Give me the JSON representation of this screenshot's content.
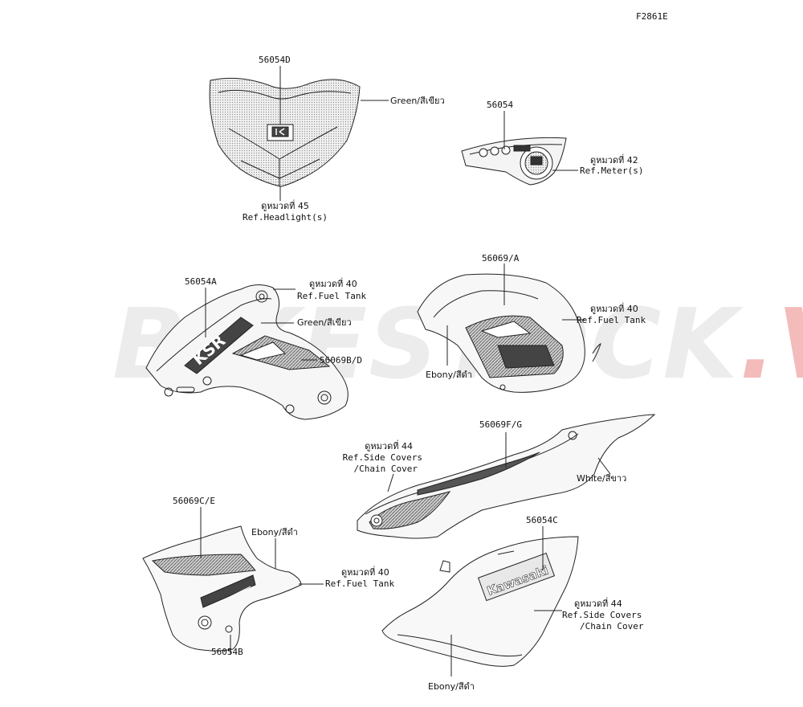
{
  "diagram_code": "F2861E",
  "watermark": {
    "main": "BIKESTOCK",
    "suffix": ".VN"
  },
  "parts": [
    {
      "id": "windshield",
      "part_no": "56054D",
      "color": "Green/สีเขียว",
      "ref_line1": "ดูหมวดที่ 45",
      "ref_line2": "Ref.Headlight(s)"
    },
    {
      "id": "meter",
      "part_no": "56054",
      "ref_line1": "ดูหมวดที่ 42",
      "ref_line2": "Ref.Meter(s)"
    },
    {
      "id": "tank-shroud-left",
      "part_no": "56054A",
      "part_no_2": "56069B/D",
      "ref_line1": "ดูหมวดที่ 40",
      "ref_line2": "Ref.Fuel Tank",
      "color": "Green/สีเขียว"
    },
    {
      "id": "tank-shroud-right",
      "part_no": "56069/A",
      "ref_line1": "ดูหมวดที่ 40",
      "ref_line2": "Ref.Fuel Tank",
      "color": "Ebony/สีดำ"
    },
    {
      "id": "side-cover-upper",
      "part_no": "56069F/G",
      "ref_line1": "ดูหมวดที่ 44",
      "ref_line2": "Ref.Side Covers",
      "ref_line3": "/Chain Cover",
      "color": "White/สีขาว"
    },
    {
      "id": "shroud-lower-left",
      "part_no": "56069C/E",
      "part_no_2": "56054B",
      "color": "Ebony/สีดำ",
      "ref_line1": "ดูหมวดที่ 40",
      "ref_line2": "Ref.Fuel Tank"
    },
    {
      "id": "side-cover-lower",
      "part_no": "56054C",
      "ref_line1": "ดูหมวดที่ 44",
      "ref_line2": "Ref.Side Covers",
      "ref_line3": "/Chain Cover",
      "color": "Ebony/สีดำ",
      "decal_text": "Kawasaki"
    }
  ]
}
